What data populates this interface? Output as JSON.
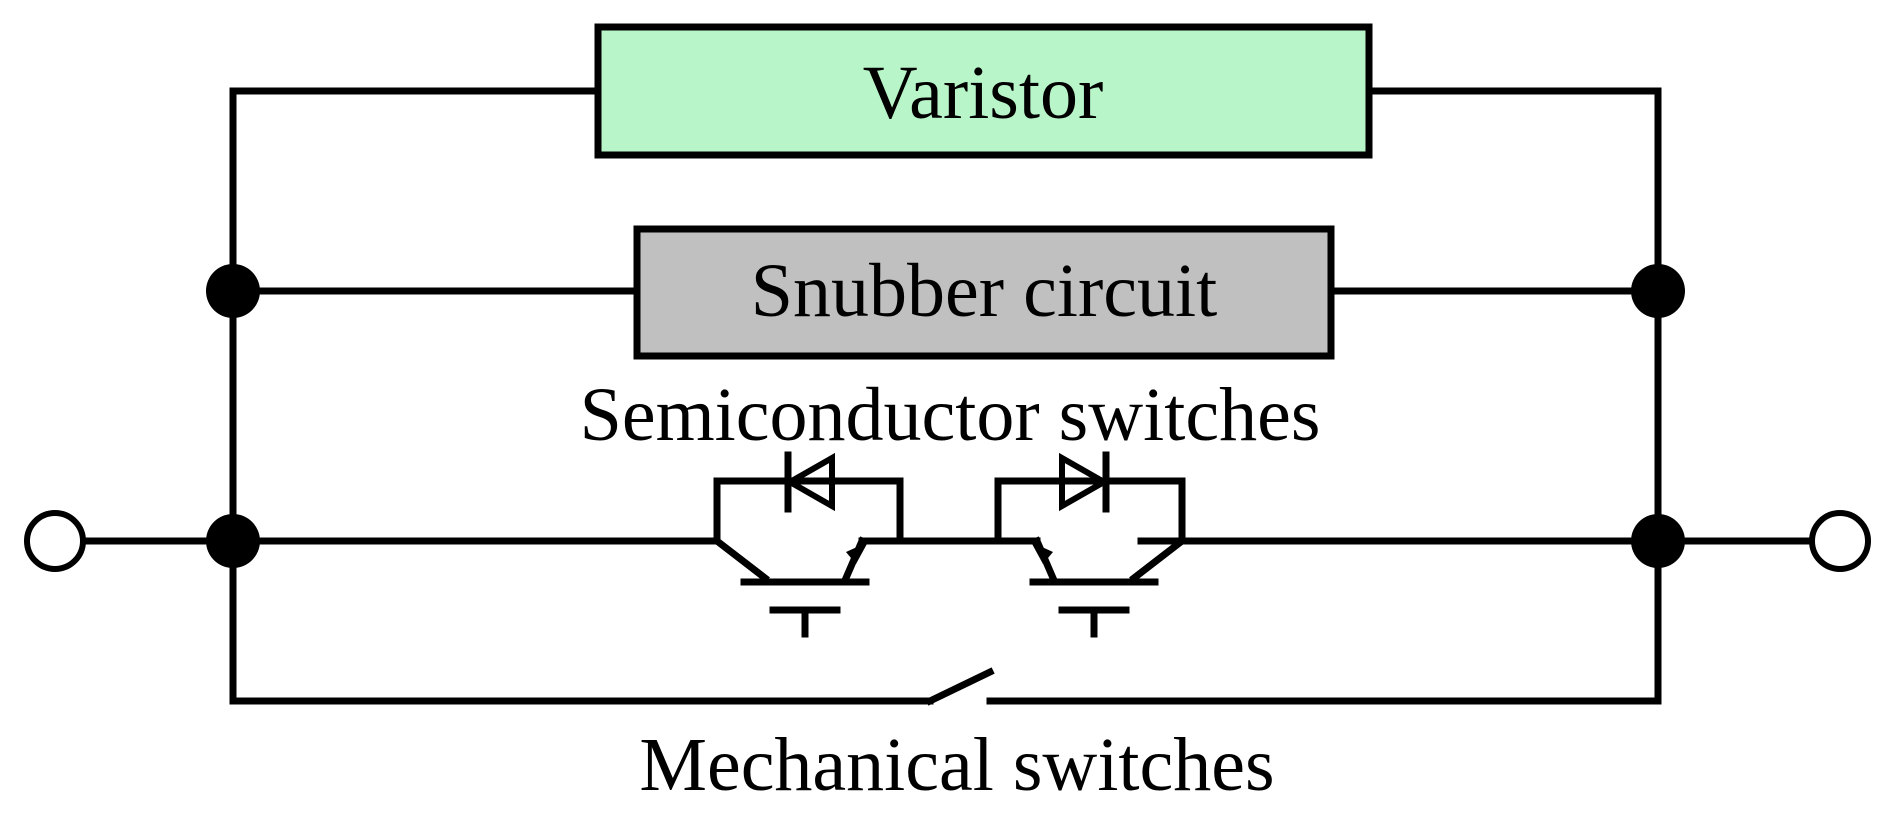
{
  "diagram": {
    "components": {
      "varistor": {
        "label": "Varistor",
        "fill": "#b8f5c8"
      },
      "snubber": {
        "label": "Snubber circuit",
        "fill": "#c0c0c0"
      },
      "semiconductor": {
        "label": "Semiconductor switches"
      },
      "mechanical": {
        "label": "Mechanical switches"
      }
    }
  }
}
